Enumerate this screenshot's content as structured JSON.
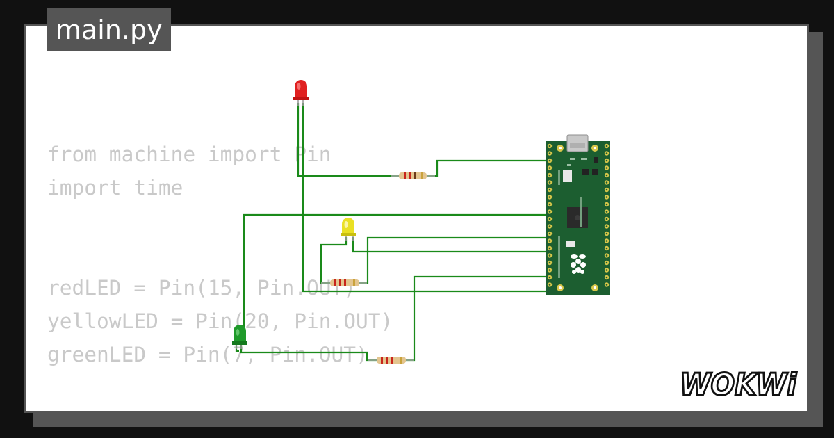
{
  "editor": {
    "file_tab": "main.py",
    "code_lines": [
      "from machine import Pin",
      "import time",
      "",
      "",
      "redLED = Pin(15, Pin.OUT)",
      "yellowLED = Pin(20, Pin.OUT)",
      "greenLED = Pin(7, Pin.OUT)"
    ]
  },
  "circuit": {
    "wire_color": "#1a8a1a",
    "board_color": "#1c5e30",
    "components": [
      {
        "name": "red-led",
        "color": "#e02020",
        "icon": "led-icon"
      },
      {
        "name": "yellow-led",
        "color": "#f0e020",
        "icon": "led-icon"
      },
      {
        "name": "green-led",
        "color": "#1f9a2a",
        "icon": "led-icon"
      },
      {
        "name": "resistor",
        "icon": "resistor-icon"
      },
      {
        "name": "raspberry-pi-pico",
        "icon": "raspberry-icon"
      }
    ]
  },
  "branding": {
    "logo_text": "WOKWi",
    "logo_icon": "wokwi-logo"
  }
}
